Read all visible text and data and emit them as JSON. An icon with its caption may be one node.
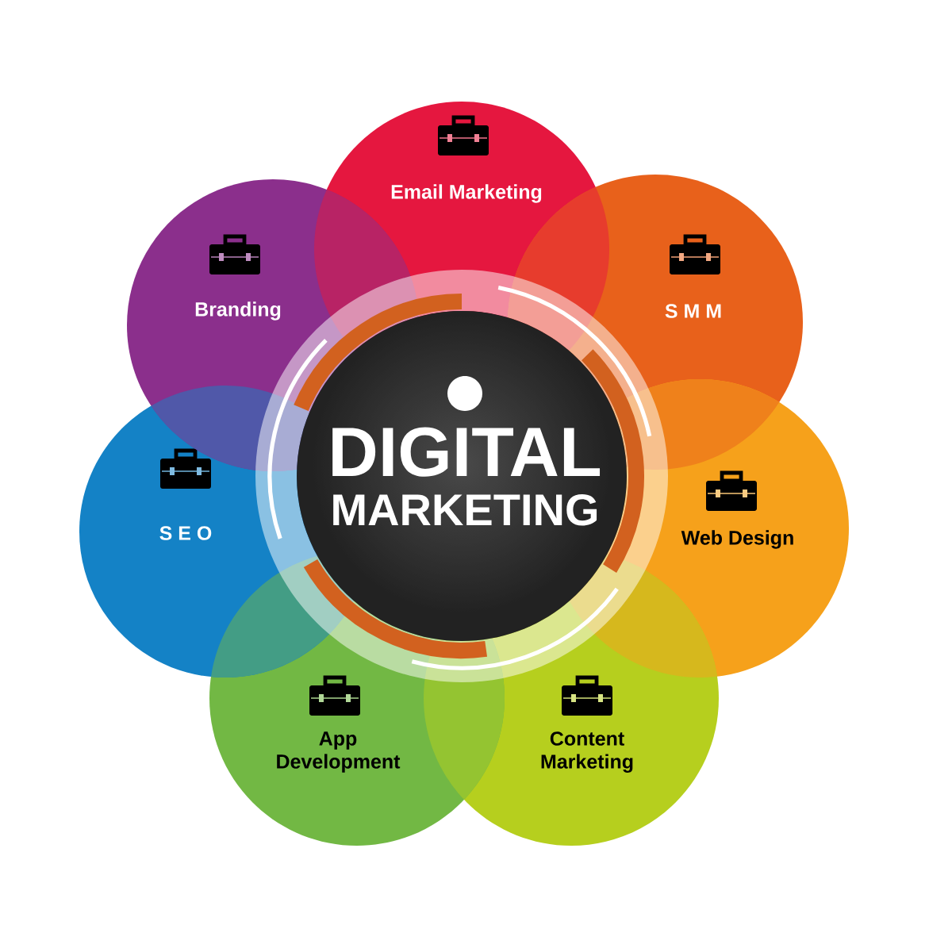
{
  "diagram": {
    "nodes": [
      {
        "text": [
          "DIGITAL",
          "MARKETING"
        ]
      },
      {
        "text": [
          "Email Marketing"
        ]
      },
      {
        "text": [
          "S M M"
        ]
      },
      {
        "text": [
          "Web Design"
        ]
      },
      {
        "text": [
          "Content Marketing"
        ]
      },
      {
        "text": [
          "App Development"
        ]
      },
      {
        "text": [
          "S E O"
        ]
      },
      {
        "text": [
          "Branding"
        ]
      }
    ]
  }
}
